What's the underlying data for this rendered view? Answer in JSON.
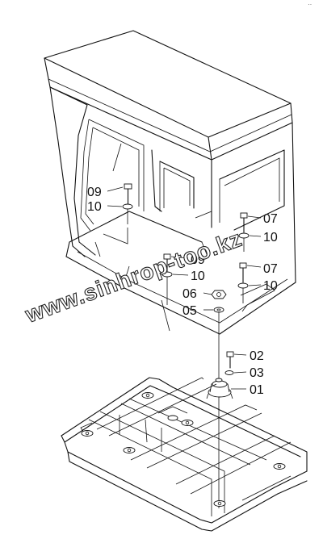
{
  "callouts": {
    "c09a": "09",
    "c10a": "10",
    "c07a": "07",
    "c10b": "10",
    "c09b": "09",
    "c10c": "10",
    "c07b": "07",
    "c10d": "10",
    "c06": "06",
    "c05": "05",
    "c02": "02",
    "c03": "03",
    "c01": "01"
  },
  "watermark": "www.sinhrop-too.kz",
  "corner_mark": "··"
}
